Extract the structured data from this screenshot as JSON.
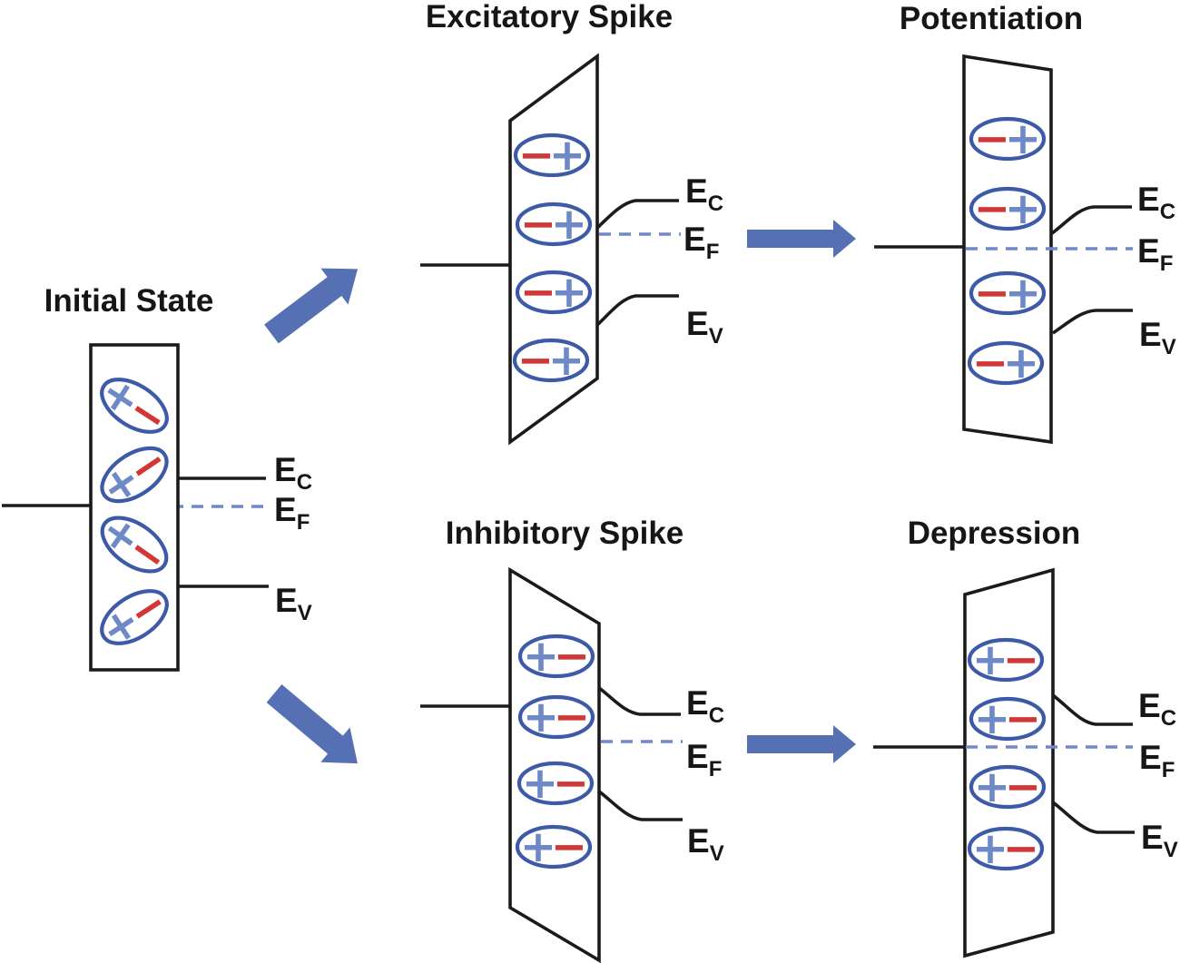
{
  "figure": {
    "panels": {
      "initial": {
        "title": "Initial State",
        "dipole_count": 4,
        "dipole_order": "plus-left",
        "dipole_arrangement": "tilted-alternating"
      },
      "excitatory": {
        "title": "Excitatory Spike",
        "dipole_count": 4,
        "dipole_order": "minus-left",
        "dipole_arrangement": "horizontal-aligned"
      },
      "potentiation": {
        "title": "Potentiation",
        "dipole_count": 4,
        "dipole_order": "minus-left",
        "dipole_arrangement": "horizontal-aligned"
      },
      "inhibitory": {
        "title": "Inhibitory Spike",
        "dipole_count": 4,
        "dipole_order": "plus-left",
        "dipole_arrangement": "horizontal-aligned"
      },
      "depression": {
        "title": "Depression",
        "dipole_count": 4,
        "dipole_order": "plus-left",
        "dipole_arrangement": "horizontal-aligned"
      }
    },
    "band_labels": {
      "conduction": {
        "base": "E",
        "sub": "C"
      },
      "fermi": {
        "base": "E",
        "sub": "F"
      },
      "valence": {
        "base": "E",
        "sub": "V"
      }
    },
    "dipole_symbols": {
      "plus": "+",
      "minus": "−"
    },
    "arrows": {
      "initial_to_excitatory": "arrow-up-right-icon",
      "excitatory_to_potentiation": "arrow-right-icon",
      "initial_to_inhibitory": "arrow-down-right-icon",
      "inhibitory_to_depression": "arrow-right-icon"
    },
    "colors": {
      "line": "#1b1b1b",
      "ellipse": "#3d5aa8",
      "plus": "#6e89c8",
      "minus": "#d23737",
      "fermi_dashed": "#7488c9",
      "arrow": "#5571b3"
    }
  }
}
